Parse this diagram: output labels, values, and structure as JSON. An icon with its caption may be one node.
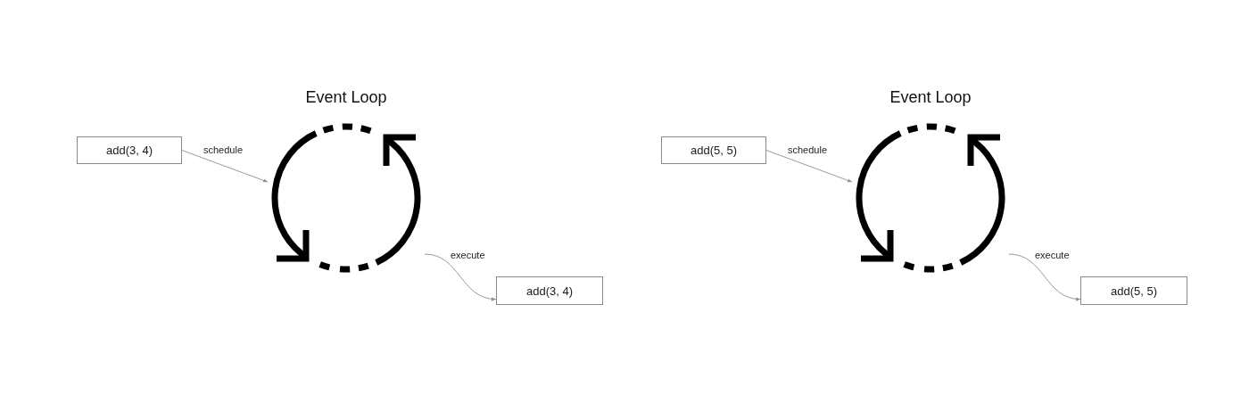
{
  "diagram": {
    "nodes": [
      {
        "text": [
          "add(3, 4)"
        ]
      },
      {
        "text": [
          "Event Loop"
        ]
      },
      {
        "text": [
          "add(3, 4)"
        ]
      },
      {
        "text": [
          "add(5, 5)"
        ]
      },
      {
        "text": [
          "Event Loop"
        ]
      },
      {
        "text": [
          "add(5, 5)"
        ]
      }
    ],
    "edges": [
      {
        "from": 0,
        "to": 1,
        "label": "schedule",
        "arrow": "to"
      },
      {
        "from": 1,
        "to": 2,
        "label": "execute",
        "arrow": "to"
      },
      {
        "from": 3,
        "to": 4,
        "label": "schedule",
        "arrow": "to"
      },
      {
        "from": 4,
        "to": 5,
        "label": "execute",
        "arrow": "to"
      }
    ]
  }
}
